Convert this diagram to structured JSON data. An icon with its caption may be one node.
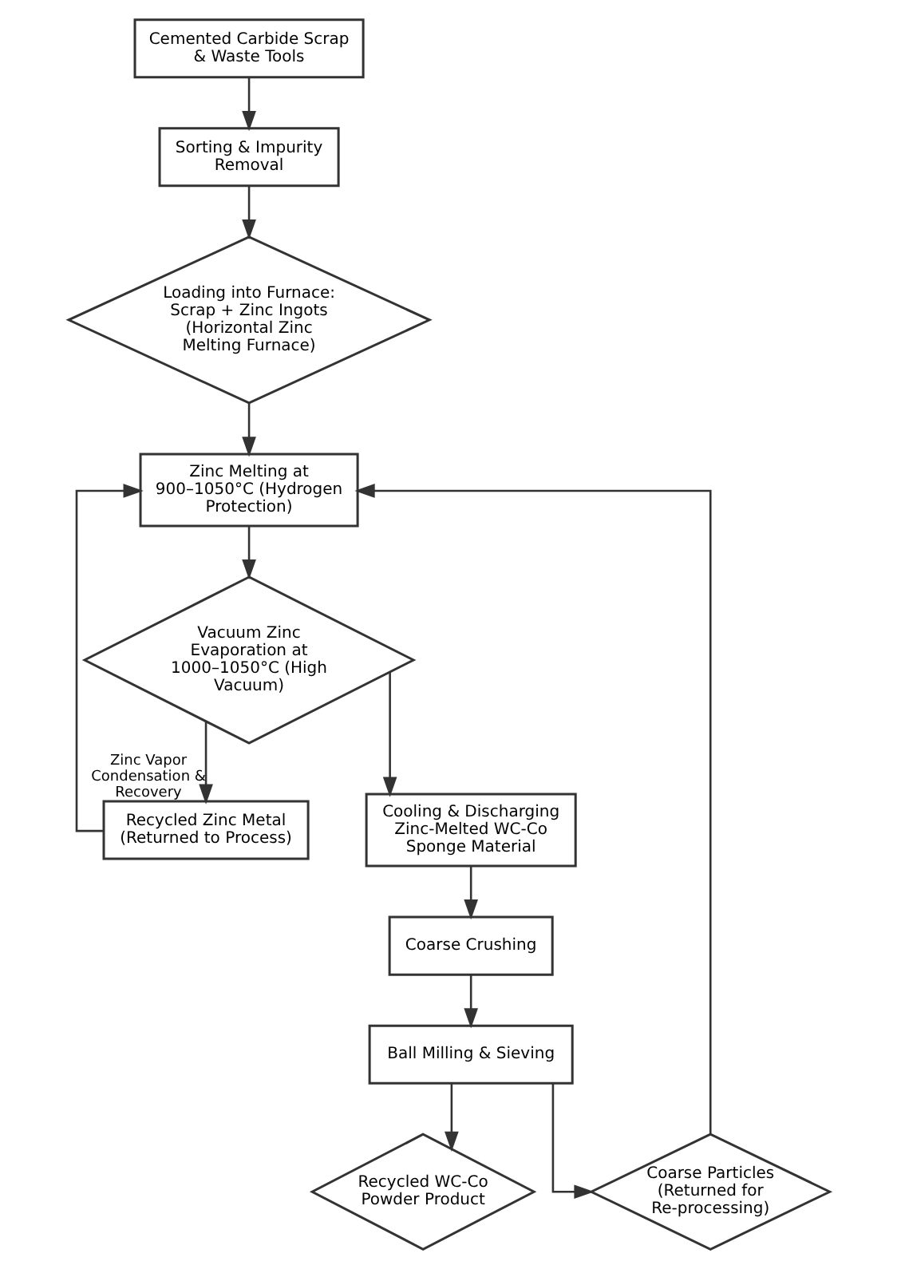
{
  "diagram": {
    "nodes": [
      {
        "text": [
          "Cemented Carbide Scrap & Waste Tools"
        ]
      },
      {
        "text": [
          "Sorting & Impurity Removal"
        ]
      },
      {
        "text": [
          "Loading into Furnace: Scrap + Zinc Ingots (Horizontal Zinc Melting Furnace)"
        ]
      },
      {
        "text": [
          "Zinc Melting at 900–1050°C (Hydrogen Protection)"
        ]
      },
      {
        "text": [
          "Vacuum Zinc Evaporation at 1000–1050°C (High Vacuum)"
        ]
      },
      {
        "text": [
          "Recycled Zinc Metal (Returned to Process)"
        ]
      },
      {
        "text": [
          "Cooling & Discharging Zinc-Melted WC-Co Sponge Material"
        ]
      },
      {
        "text": [
          "Coarse Crushing"
        ]
      },
      {
        "text": [
          "Ball Milling & Sieving"
        ]
      },
      {
        "text": [
          "Recycled WC-Co Powder Product"
        ]
      },
      {
        "text": [
          "Coarse Particles (Returned for Re-processing)"
        ]
      }
    ],
    "edges": [
      {
        "from": 0,
        "to": 1,
        "arrow": "to"
      },
      {
        "from": 1,
        "to": 2,
        "arrow": "to"
      },
      {
        "from": 2,
        "to": 3,
        "arrow": "to"
      },
      {
        "from": 3,
        "to": 4,
        "arrow": "to"
      },
      {
        "from": 4,
        "to": 5,
        "arrow": "to",
        "label": "Zinc Vapor Condensation & Recovery"
      },
      {
        "from": 4,
        "to": 6,
        "arrow": "to"
      },
      {
        "from": 5,
        "to": 3,
        "arrow": "to"
      },
      {
        "from": 6,
        "to": 7,
        "arrow": "to"
      },
      {
        "from": 7,
        "to": 8,
        "arrow": "to"
      },
      {
        "from": 8,
        "to": 9,
        "arrow": "to"
      },
      {
        "from": 8,
        "to": 10,
        "arrow": "to"
      },
      {
        "from": 10,
        "to": 3,
        "arrow": "to"
      }
    ]
  }
}
